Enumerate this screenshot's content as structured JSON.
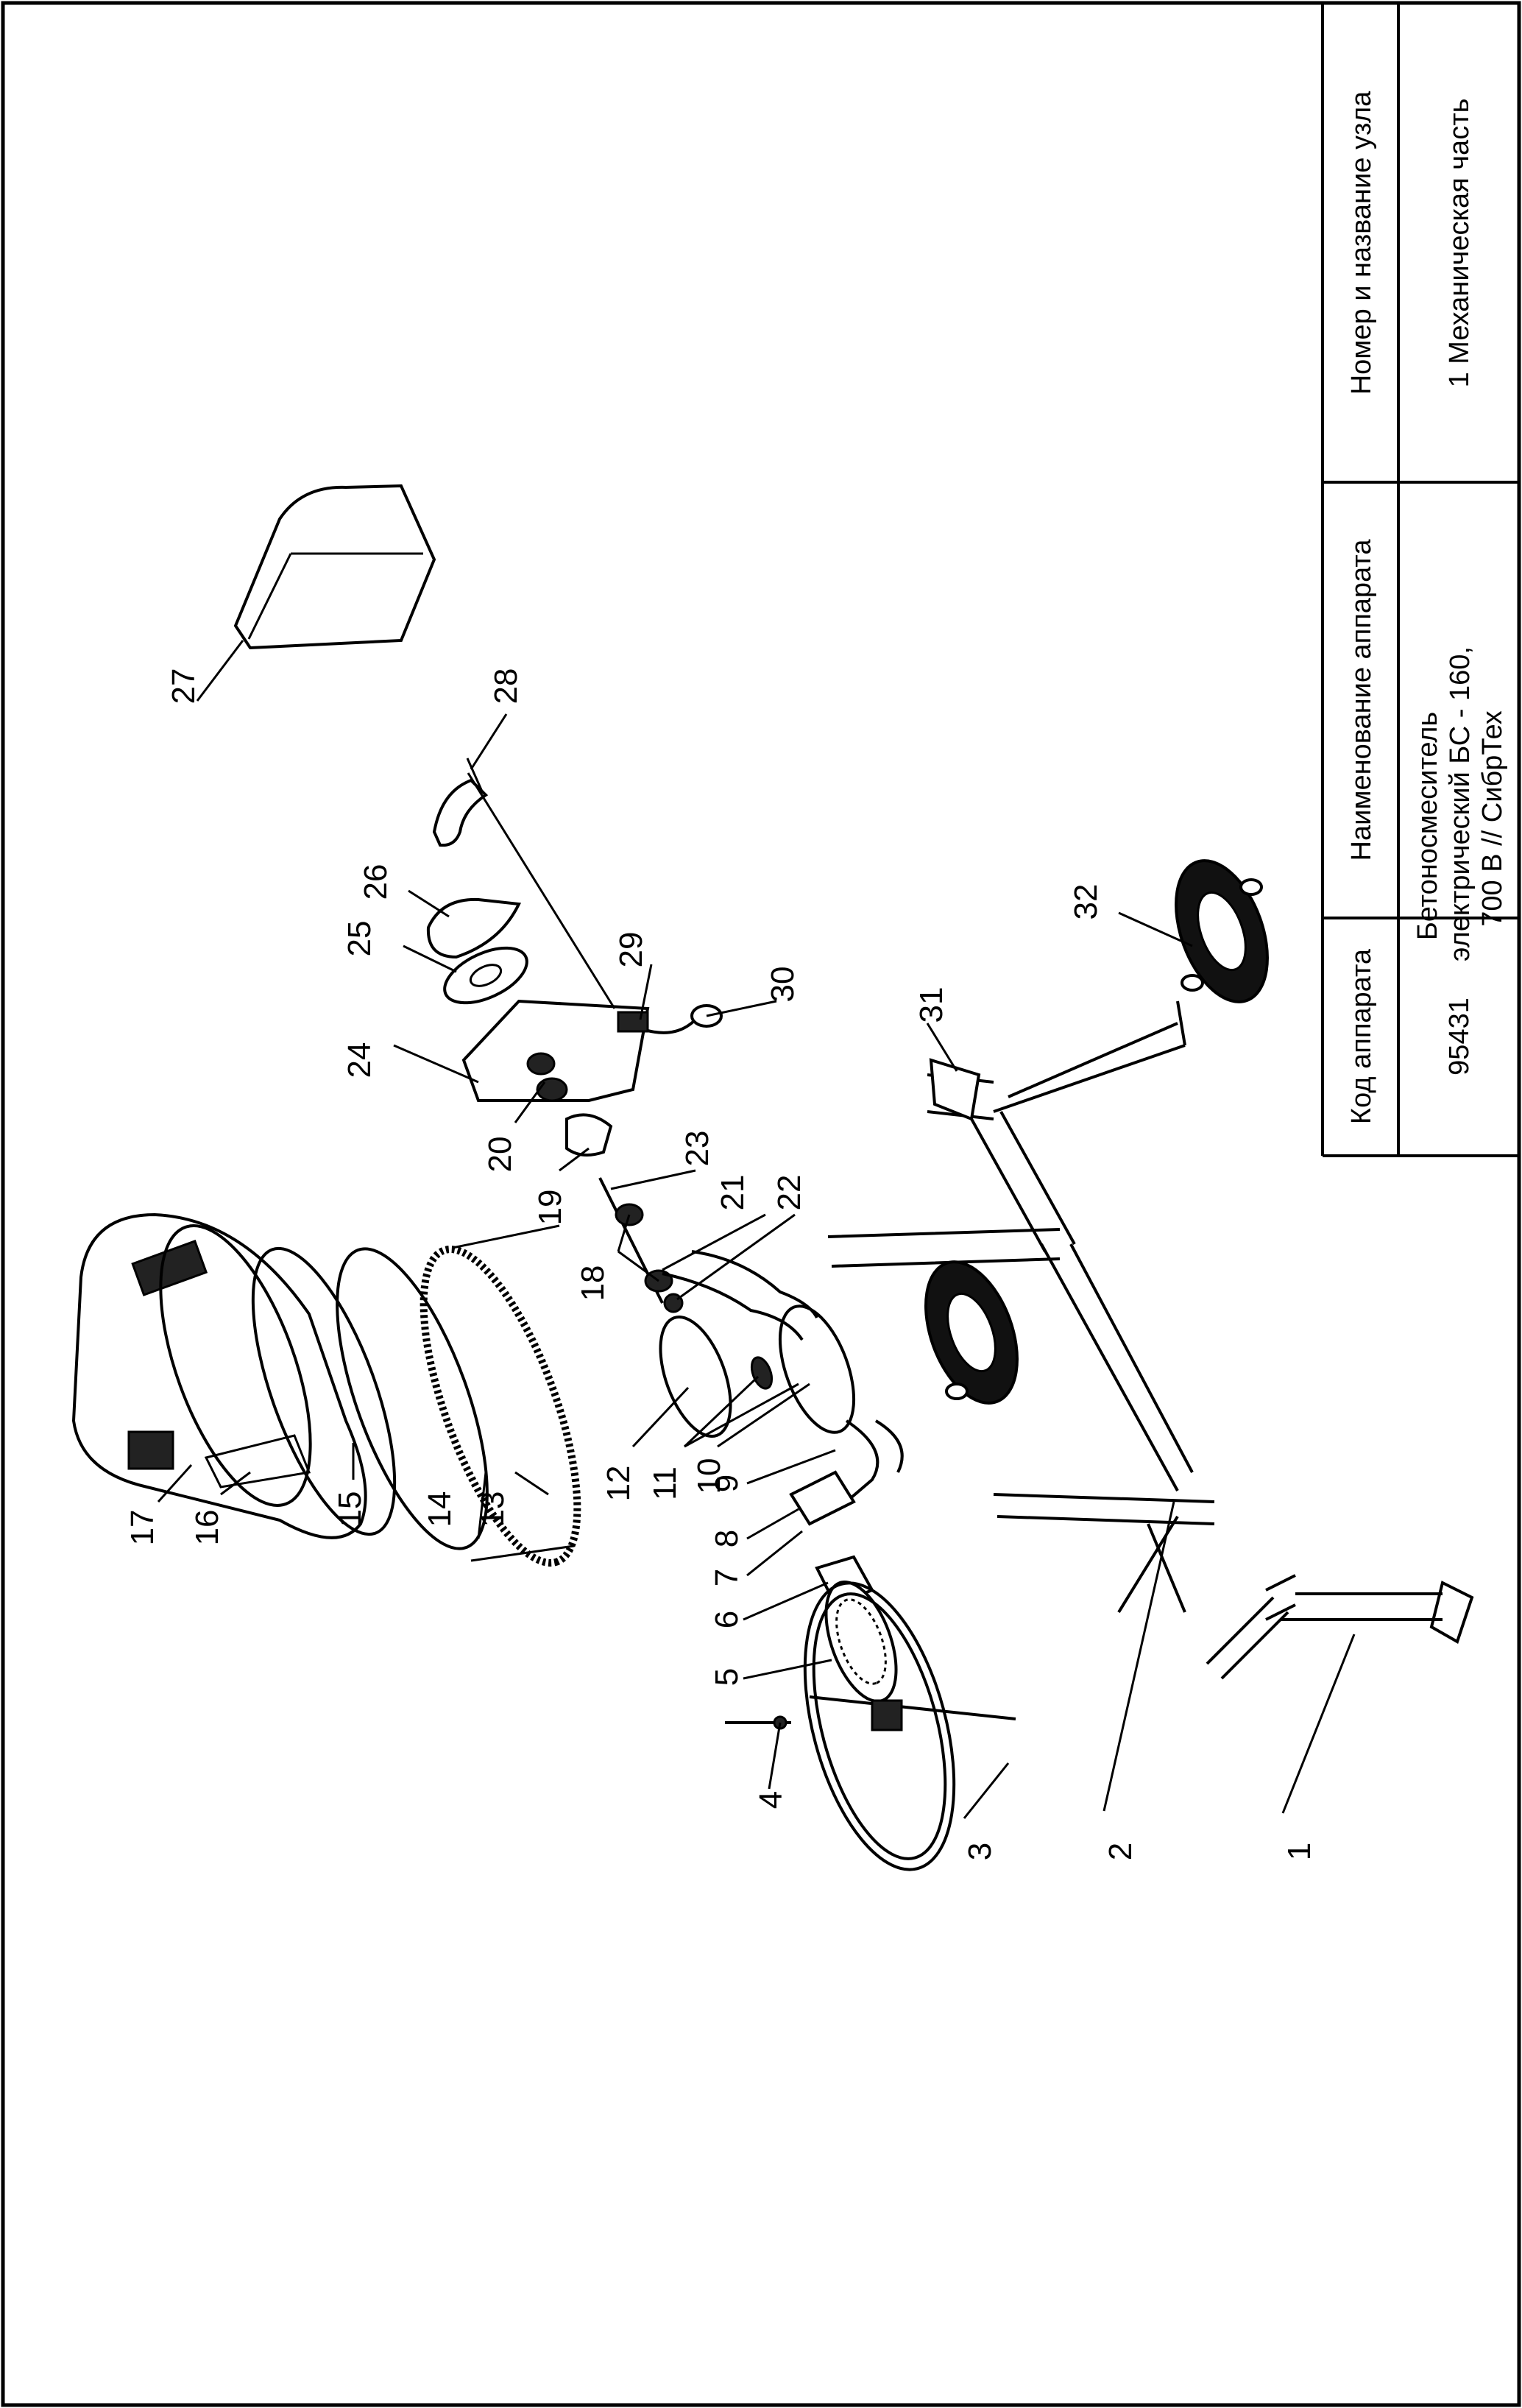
{
  "title_block": {
    "headers": {
      "code": "Код аппарата",
      "name": "Наименование аппарата",
      "unit": "Номер и название узла"
    },
    "values": {
      "code": "95431",
      "name_lines": [
        "Бетоносмеситель",
        "электрический БС - 160,",
        "700 В // СибрТех"
      ],
      "unit": "1 Механическая часть"
    }
  },
  "callouts": [
    "1",
    "2",
    "3",
    "4",
    "5",
    "6",
    "7",
    "8",
    "9",
    "10",
    "11",
    "12",
    "13",
    "14",
    "15",
    "16",
    "17",
    "18",
    "19",
    "20",
    "21",
    "22",
    "23",
    "24",
    "25",
    "26",
    "27",
    "28",
    "29",
    "30",
    "31",
    "32"
  ]
}
